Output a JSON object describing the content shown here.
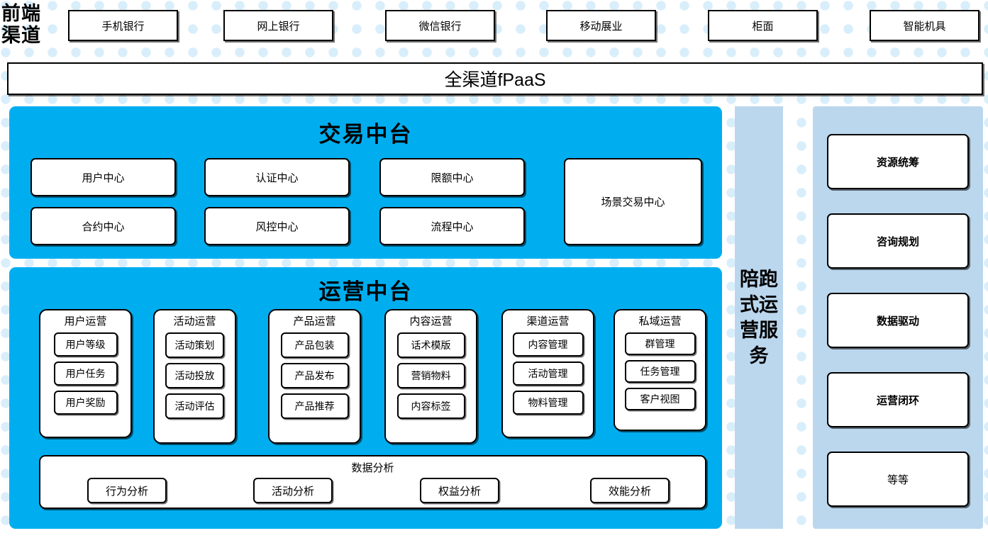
{
  "frontend": {
    "label": "前端\n渠道",
    "channels": [
      {
        "label": "手机银行"
      },
      {
        "label": "网上银行"
      },
      {
        "label": "微信银行"
      },
      {
        "label": "移动展业"
      },
      {
        "label": "柜面"
      },
      {
        "label": "智能机具"
      }
    ]
  },
  "platform_bar": {
    "label": "全渠道fPaaS"
  },
  "trade_center": {
    "title": "交易中台",
    "boxes": [
      {
        "label": "用户中心"
      },
      {
        "label": "认证中心"
      },
      {
        "label": "限额中心"
      },
      {
        "label": "合约中心"
      },
      {
        "label": "风控中心"
      },
      {
        "label": "流程中心"
      }
    ],
    "wide_box": {
      "label": "场景交易中心"
    }
  },
  "ops_center": {
    "title": "运营中台",
    "columns": [
      {
        "title": "用户运营",
        "items": [
          "用户等级",
          "用户任务",
          "用户奖励"
        ]
      },
      {
        "title": "活动运营",
        "items": [
          "活动策划",
          "活动投放",
          "活动评估"
        ]
      },
      {
        "title": "产品运营",
        "items": [
          "产品包装",
          "产品发布",
          "产品推荐"
        ]
      },
      {
        "title": "内容运营",
        "items": [
          "话术模版",
          "营销物料",
          "内容标签"
        ]
      },
      {
        "title": "渠道运营",
        "items": [
          "内容管理",
          "活动管理",
          "物料管理"
        ]
      },
      {
        "title": "私域运营",
        "items": [
          "群管理",
          "任务管理",
          "客户视图"
        ]
      }
    ],
    "data_analysis": {
      "title": "数据分析",
      "items": [
        "行为分析",
        "活动分析",
        "权益分析",
        "效能分析"
      ]
    }
  },
  "service": {
    "strip_label": "陪跑式运营服务",
    "boxes": [
      {
        "label": "资源统筹",
        "bold": true
      },
      {
        "label": "咨询规划",
        "bold": true
      },
      {
        "label": "数据驱动",
        "bold": true
      },
      {
        "label": "运营闭环",
        "bold": true
      },
      {
        "label": "等等",
        "bold": false
      }
    ]
  },
  "colors": {
    "cyan": "#00AEEF",
    "light_blue_panel": "#BBD7EE",
    "dot_blue": "#D9EEFB",
    "border": "#000000"
  }
}
